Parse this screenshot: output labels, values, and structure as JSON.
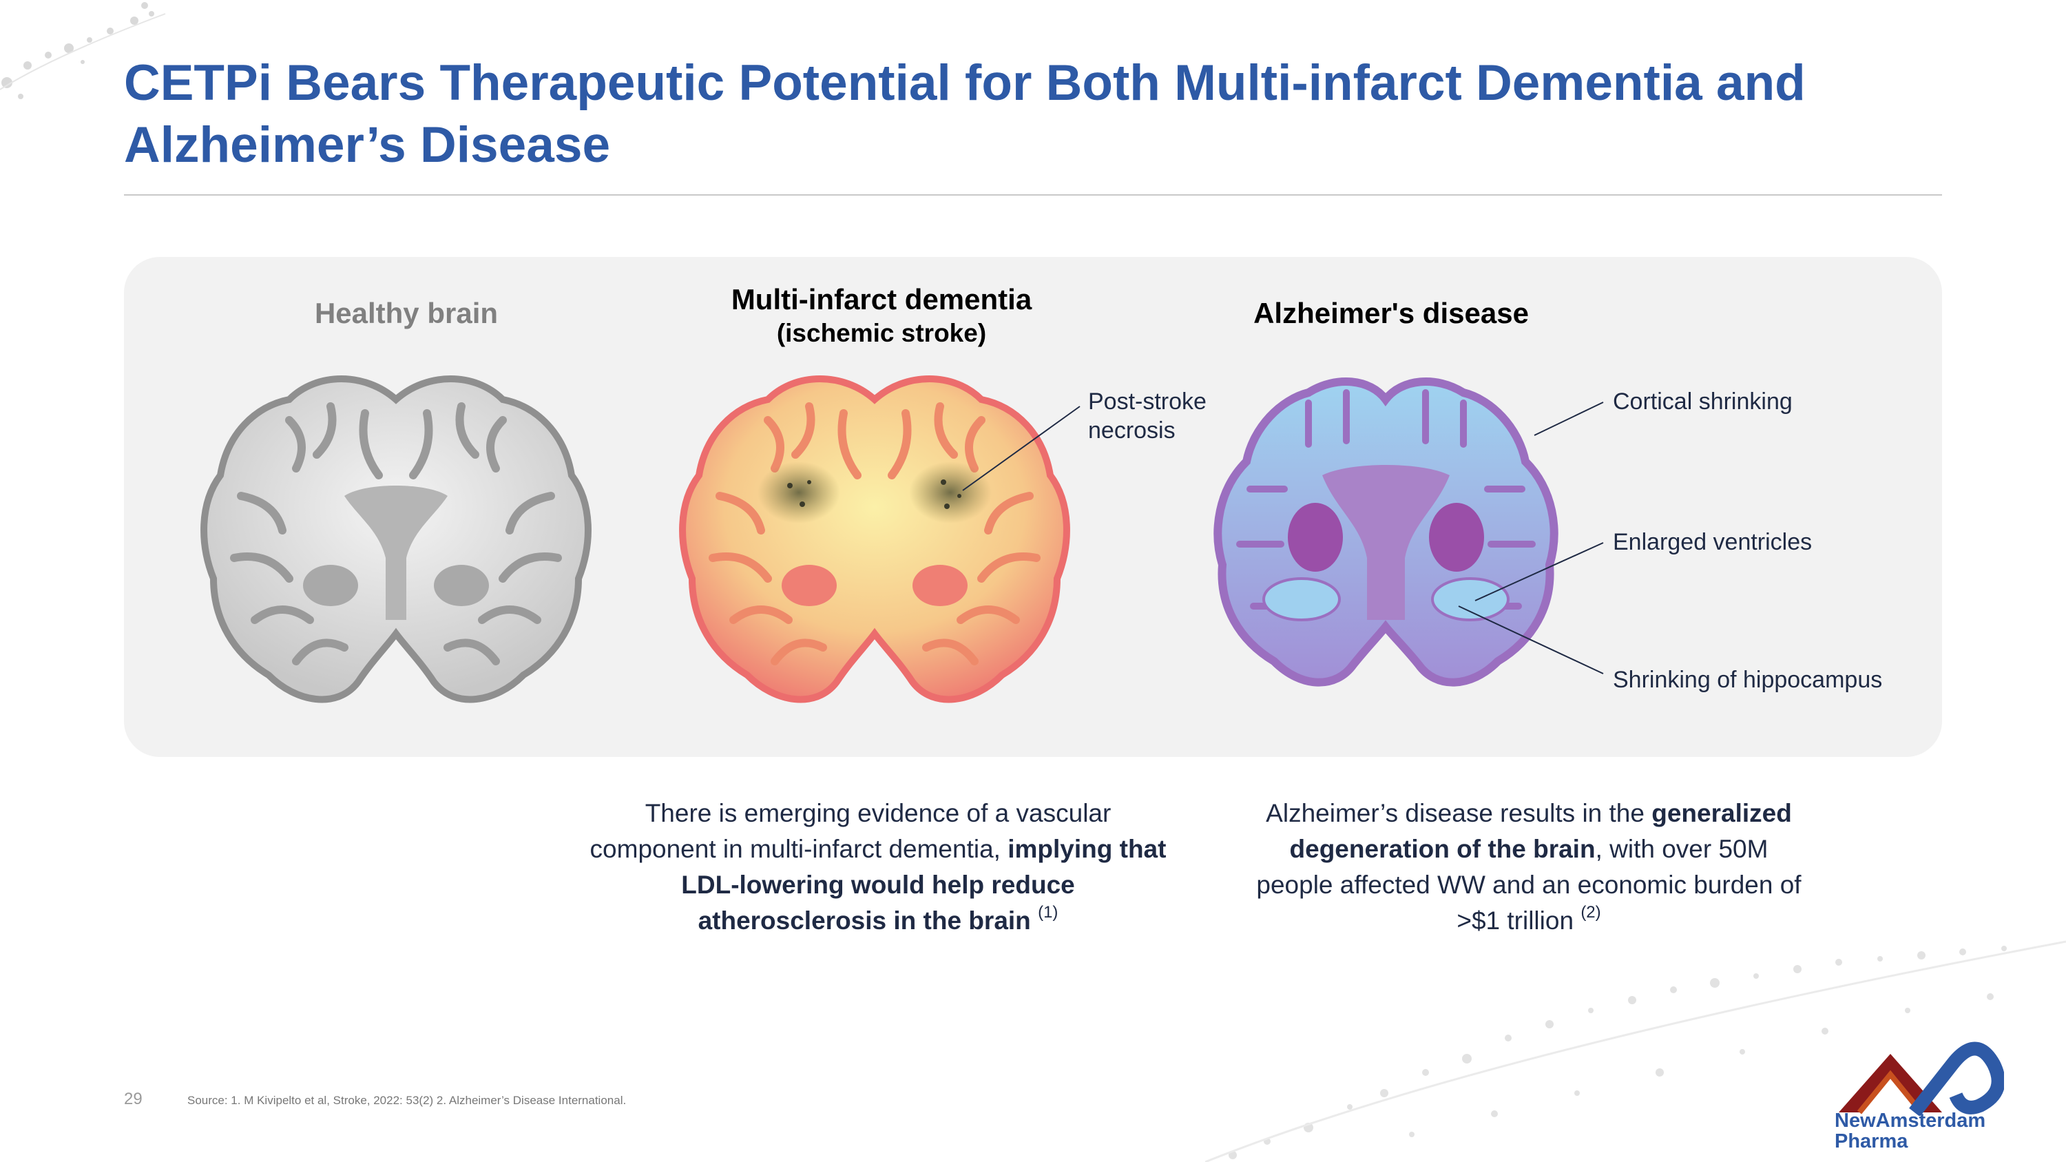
{
  "slide": {
    "title": "CETPi Bears Therapeutic Potential for Both Multi-infarct Dementia and Alzheimer’s Disease",
    "page_number": "29",
    "source": "Source: 1. M Kivipelto et al,  Stroke, 2022: 53(2) 2. Alzheimer’s Disease International."
  },
  "panels": {
    "healthy": {
      "label": "Healthy brain"
    },
    "multi_infarct": {
      "label": "Multi-infarct dementia",
      "sublabel": "(ischemic stroke)",
      "callout_necrosis_1": "Post-stroke",
      "callout_necrosis_2": "necrosis"
    },
    "alzheimers": {
      "label": "Alzheimer's disease",
      "callout_cortical": "Cortical shrinking",
      "callout_ventricles": "Enlarged ventricles",
      "callout_hippocampus": "Shrinking of hippocampus"
    }
  },
  "text_mid": {
    "part1": "There is emerging evidence of a vascular component in multi-infarct dementia, ",
    "bold": "implying that LDL-lowering would help reduce atherosclerosis in the brain",
    "ref": "(1)"
  },
  "text_alz": {
    "part1": "Alzheimer’s disease results in the ",
    "bold": "generalized degeneration of the brain",
    "part2": ", with over 50M people affected WW and an economic burden of >$1 trillion ",
    "ref": "(2)"
  },
  "logo": {
    "line1": "NewAmsterdam",
    "line2": "Pharma"
  },
  "colors": {
    "title_blue": "#2e5aa6",
    "healthy_gray": "#9a9a9a",
    "stroke_red": "#ec6d6d",
    "alz_purple": "#9b6fc0",
    "alz_blue": "#9fd0ef",
    "logo_red": "#8b1a1a",
    "logo_blue": "#2e5aa6"
  }
}
